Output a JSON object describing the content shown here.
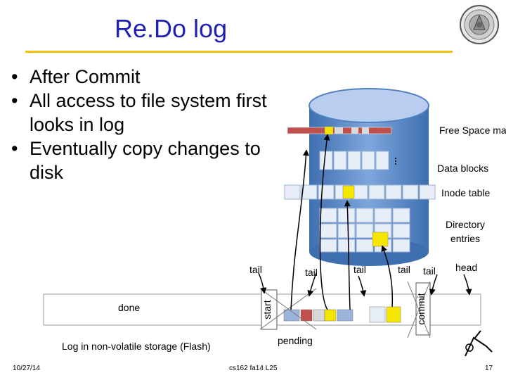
{
  "title": "Re.Do log",
  "bullets": [
    "After Commit",
    "All access to file system first looks in log",
    "Eventually copy changes to disk"
  ],
  "disk_labels": {
    "free_space_map": "Free Space map",
    "data_blocks": "Data blocks",
    "inode_table": "Inode table",
    "directory_entries": "Directory entries"
  },
  "log": {
    "tails": [
      "tail",
      "tail",
      "tail",
      "tail",
      "tail"
    ],
    "head": "head",
    "done": "done",
    "start": "start",
    "commit": "commit",
    "pending": "pending",
    "caption": "Log in non-volatile storage (Flash)"
  },
  "footer": {
    "date": "10/27/14",
    "course": "cs162 fa14 L25",
    "page": "17"
  },
  "colors": {
    "title": "#1f1fb4",
    "rule": "#f2c200",
    "disk_top": "#b9cdf0",
    "disk_body": "#4f81bd",
    "free_map": "#c0504d",
    "highlight": "#f5e600"
  }
}
